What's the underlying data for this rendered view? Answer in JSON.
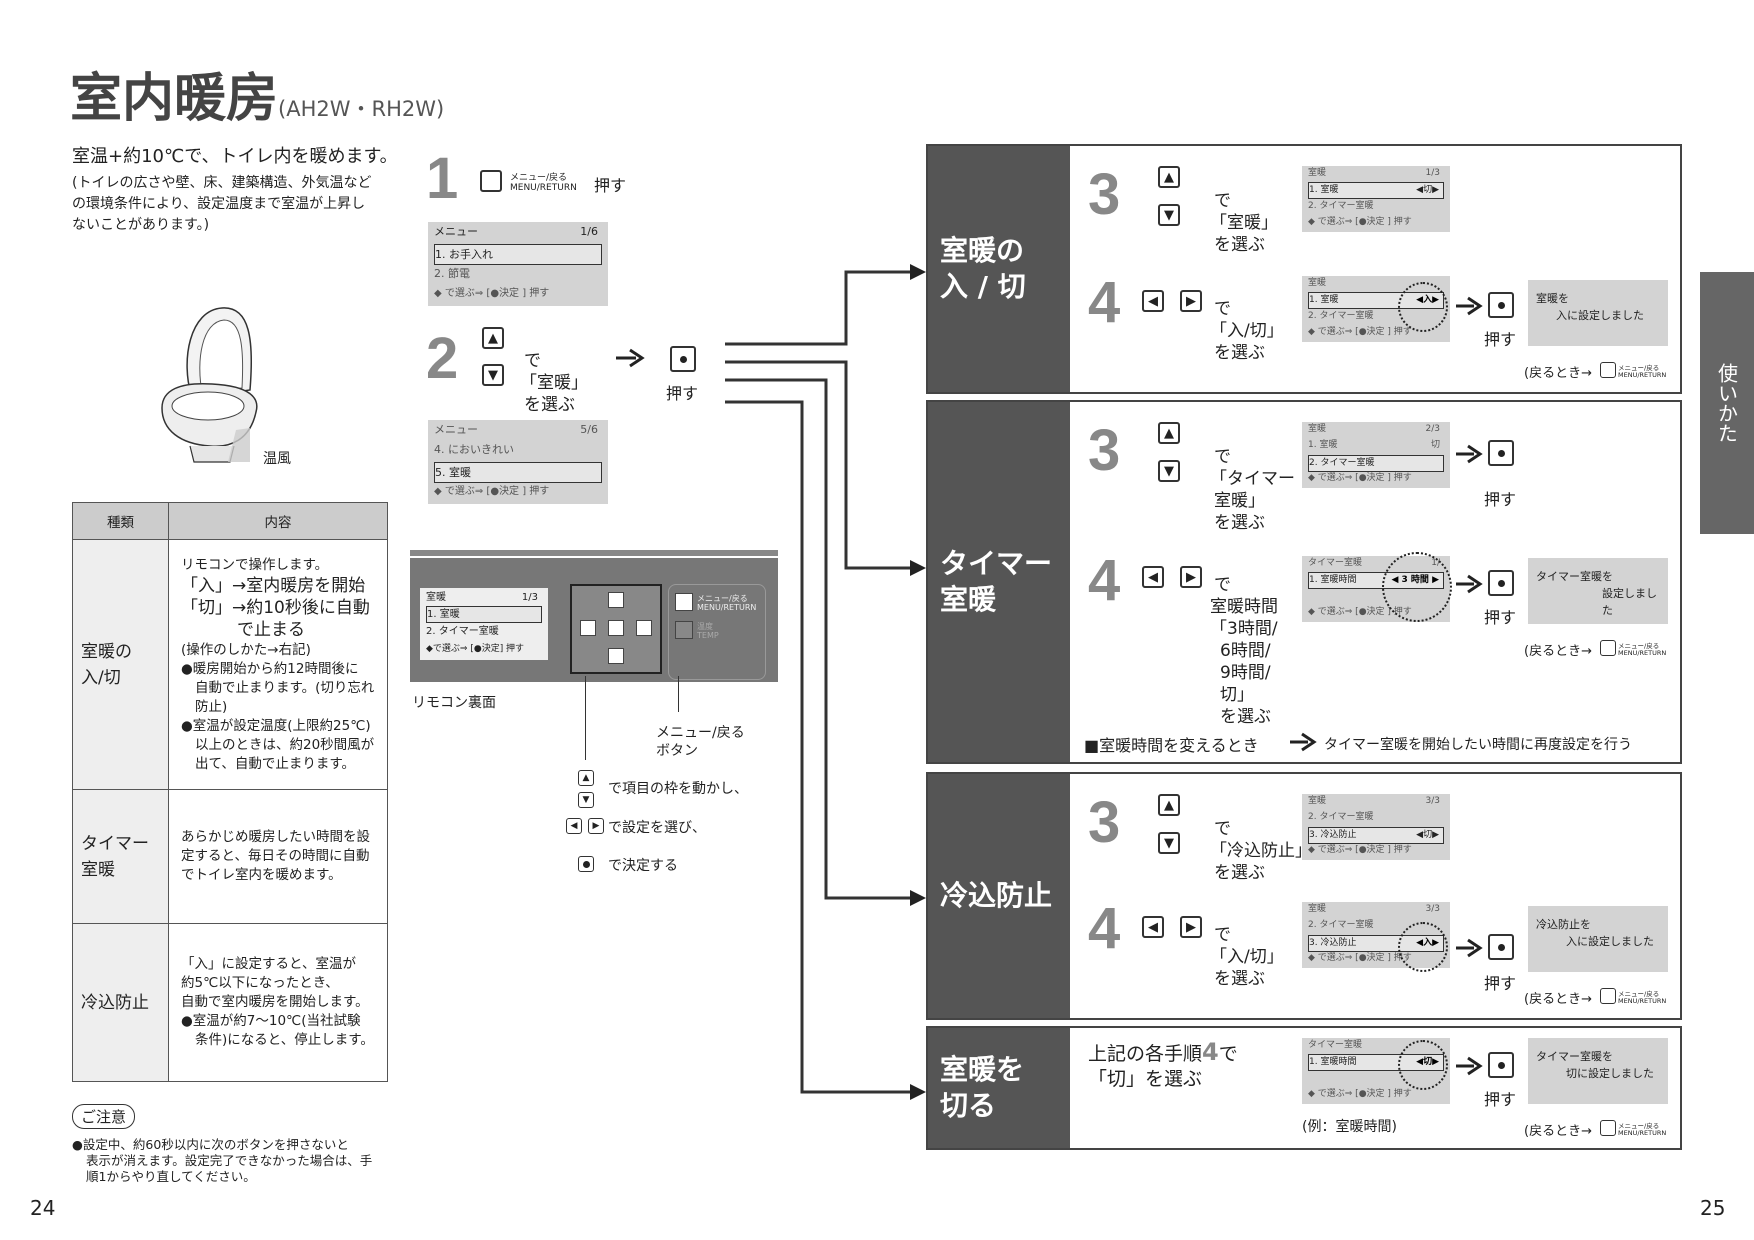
{
  "title": "室内暖房",
  "model": "(AH2W・RH2W)",
  "intro": {
    "line1": "室温+約10℃で、トイレ内を暖めます。",
    "note": [
      "(トイレの広さや壁、床、建築構造、外気温など",
      "の環境条件により、設定温度まで室温が上昇し",
      "ないことがあります。)"
    ]
  },
  "illustration_label": "温風",
  "table": {
    "headers": [
      "種類",
      "内容"
    ],
    "rows": [
      {
        "key": [
          "室暖の",
          "入/切"
        ],
        "lines": [
          "リモコンで操作します。",
          "「入」→室内暖房を開始",
          "「切」→約10秒後に自動",
          "で止まる",
          "(操作のしかた→右記)",
          "●暖房開始から約12時間後に",
          "自動で止まります。(切り忘れ",
          "防止)",
          "●室温が設定温度(上限約25℃)",
          "以上のときは、約20秒間風が",
          "出て、自動で止まります。"
        ]
      },
      {
        "key": [
          "タイマー",
          "室暖"
        ],
        "lines": [
          "あらかじめ暖房したい時間を設",
          "定すると、毎日その時間に自動",
          "でトイレ室内を暖めます。"
        ]
      },
      {
        "key": [
          "冷込防止"
        ],
        "lines": [
          "「入」に設定すると、室温が",
          "約5℃以下になったとき、",
          "自動で室内暖房を開始します。",
          "●室温が約7～10℃(当社試験",
          "条件)になると、停止します。"
        ]
      }
    ]
  },
  "caution": {
    "label": "ご注意",
    "lines": [
      "●設定中、約60秒以内に次のボタンを押さないと",
      "表示が消えます。設定完了できなかった場合は、手",
      "順1からやり直してください。"
    ]
  },
  "page_left": "24",
  "page_right": "25",
  "side_tab": "使いかた",
  "step1": {
    "num": "1",
    "btn_label": [
      "メニュー/戻る",
      "MENU/RETURN"
    ],
    "action": "押す",
    "lcd": {
      "head": "メニュー",
      "page": "1/6",
      "rows": [
        "1. お手入れ",
        "2. 節電"
      ],
      "foot": "◆ で選ぶ⇒ [●決定 ] 押す"
    }
  },
  "step2": {
    "num": "2",
    "text": [
      "で",
      "「室暖」",
      "を選ぶ"
    ],
    "action": "押す",
    "lcd": {
      "head": "メニュー",
      "page": "5/6",
      "rows": [
        "4. においきれい",
        "5. 室暖"
      ],
      "foot": "◆ で選ぶ⇒ [●決定 ] 押す"
    }
  },
  "remote": {
    "caption": "リモコン裏面",
    "lcd": {
      "head": "室暖",
      "page": "1/3",
      "rows": [
        "1. 室暖",
        "2. タイマー室暖"
      ],
      "foot": "◆で選ぶ⇒ [●決定] 押す"
    },
    "menu_btn": [
      "メニュー/戻る",
      "MENU/RETURN"
    ],
    "temp_btn": [
      "温度",
      "TEMP"
    ],
    "menu_label": [
      "メニュー/戻る",
      "ボタン"
    ]
  },
  "legend": [
    "で項目の枠を動かし、",
    "で設定を選び、",
    "で決定する"
  ],
  "panels": [
    {
      "label": [
        "室暖の",
        "入 / 切"
      ],
      "s3": {
        "num": "3",
        "text": [
          "で",
          "「室暖」",
          "を選ぶ"
        ],
        "lcd": {
          "head": "室暖",
          "page": "1/3",
          "rows": [
            "1. 室暖",
            "2. タイマー室暖"
          ],
          "val": "◀切▶",
          "foot": "◆ で選ぶ⇒ [●決定 ] 押す"
        }
      },
      "s4": {
        "num": "4",
        "text": [
          "で",
          "「入/切」",
          "を選ぶ"
        ],
        "lcd": {
          "head": "室暖",
          "page": "",
          "rows": [
            "1. 室暖",
            "2. タイマー室暖"
          ],
          "val": "◀入▶",
          "foot": "◆ で選ぶ⇒ [●決定 ] 押す"
        },
        "action": "押す",
        "msg": [
          "室暖を",
          "入に設定しました"
        ]
      },
      "back": "(戻るとき→",
      "back_btn": [
        "メニュー/戻る",
        "MENU/RETURN"
      ]
    },
    {
      "label": [
        "タイマー",
        "室暖"
      ],
      "s3": {
        "num": "3",
        "text": [
          "で",
          "「タイマー",
          "室暖」",
          "を選ぶ"
        ],
        "action": "押す",
        "lcd": {
          "head": "室暖",
          "page": "2/3",
          "rows": [
            "1. 室暖",
            "2. タイマー室暖"
          ],
          "val": "切",
          "foot": "◆ で選ぶ⇒ [●決定 ] 押す"
        }
      },
      "s4": {
        "num": "4",
        "text": [
          "で",
          "室暖時間",
          "「3時間/",
          "6時間/",
          "9時間/",
          "切」",
          "を選ぶ"
        ],
        "lcd": {
          "head": "タイマー室暖",
          "page": "1/",
          "rows": [
            "1. 室暖時間"
          ],
          "val": "◀ 3 時間 ▶",
          "foot": "◆ で選ぶ⇒ [●決定 ] 押す"
        },
        "action": "押す",
        "msg": [
          "タイマー室暖を",
          "設定しました"
        ]
      },
      "back": "(戻るとき→",
      "back_btn": [
        "メニュー/戻る",
        "MENU/RETURN"
      ],
      "note": "■室暖時間を変えるとき",
      "note2": "タイマー室暖を開始したい時間に再度設定を行う"
    },
    {
      "label": [
        "冷込防止"
      ],
      "s3": {
        "num": "3",
        "text": [
          "で",
          "「冷込防止」",
          "を選ぶ"
        ],
        "lcd": {
          "head": "室暖",
          "page": "3/3",
          "rows": [
            "2. タイマー室暖",
            "3. 冷込防止"
          ],
          "val": "◀切▶",
          "foot": "◆ で選ぶ⇒ [●決定 ] 押す"
        }
      },
      "s4": {
        "num": "4",
        "text": [
          "で",
          "「入/切」",
          "を選ぶ"
        ],
        "lcd": {
          "head": "室暖",
          "page": "3/3",
          "rows": [
            "2. タイマー室暖",
            "3. 冷込防止"
          ],
          "val": "◀入▶",
          "foot": "◆ で選ぶ⇒ [●決定 ] 押す"
        },
        "action": "押す",
        "msg": [
          "冷込防止を",
          "入に設定しました"
        ]
      },
      "back": "(戻るとき→",
      "back_btn": [
        "メニュー/戻る",
        "MENU/RETURN"
      ]
    },
    {
      "label": [
        "室暖を",
        "切る"
      ],
      "text1": "上記の各手順",
      "text_num": "4",
      "text2": "で",
      "text3": "「切」を選ぶ",
      "lcd": {
        "head": "タイマー室暖",
        "rows": [
          "1. 室暖時間"
        ],
        "val": "◀切▶",
        "foot": "◆ で選ぶ⇒ [●決定 ] 押す"
      },
      "example": "(例：室暖時間)",
      "action": "押す",
      "msg": [
        "タイマー室暖を",
        "切に設定しました"
      ],
      "back": "(戻るとき→",
      "back_btn": [
        "メニュー/戻る",
        "MENU/RETURN"
      ]
    }
  ]
}
